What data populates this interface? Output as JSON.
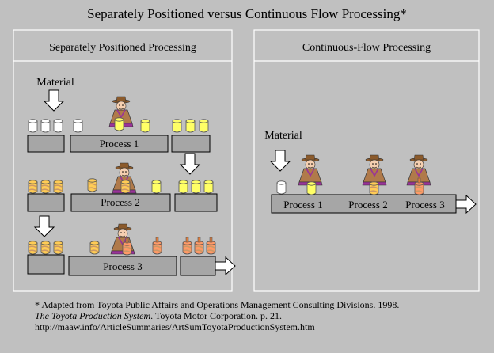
{
  "title": "Separately Positioned versus Continuous Flow Processing*",
  "left_panel": {
    "title": "Separately Positioned Processing",
    "material_label": "Material",
    "process_labels": [
      "Process 1",
      "Process 2",
      "Process 3"
    ]
  },
  "right_panel": {
    "title": "Continuous-Flow Processing",
    "material_label": "Material",
    "process_labels": [
      "Process 1",
      "Process 2",
      "Process 3"
    ]
  },
  "footnote": {
    "line1": "* Adapted from Toyota Public Affairs and Operations Management Consulting Divisions. 1998.",
    "line2_italic": "The Toyota Production System",
    "line2_rest": ". Toyota Motor Corporation.  p. 21.",
    "line3": "http://maaw.info/ArticleSummaries/ArtSumToyotaProductionSystem.htm"
  },
  "colors": {
    "background": "#c0c0c0",
    "bar": "#a6a6a6",
    "part_raw": "#ffffff",
    "part_p1": "#ffff66",
    "part_p2": "#ffcc55",
    "part_p3": "#ff9966",
    "worker_coat": "#b07a4a",
    "worker_hat": "#8b5a2b",
    "worker_purple": "#993399"
  },
  "icons": [
    "down-arrow-icon",
    "right-arrow-icon",
    "worker-icon",
    "part-icon"
  ]
}
